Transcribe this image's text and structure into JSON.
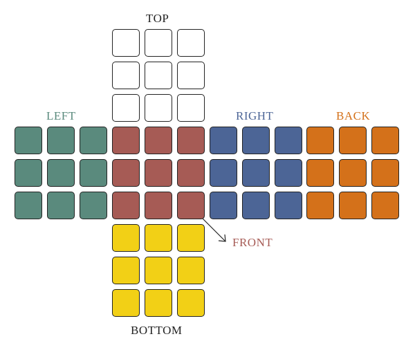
{
  "colors": {
    "top": "#ffffff",
    "left": "#5a8a7d",
    "front": "#a65b55",
    "right": "#4c6596",
    "back": "#d4711a",
    "bottom": "#f2d016",
    "text_default": "#222222"
  },
  "faces": [
    {
      "id": "top",
      "label": "TOP",
      "label_color": "#222222",
      "tile_color": "#ffffff"
    },
    {
      "id": "left",
      "label": "LEFT",
      "label_color": "#5a8a7d",
      "tile_color": "#5a8a7d"
    },
    {
      "id": "front",
      "label": "FRONT",
      "label_color": "#a65b55",
      "tile_color": "#a65b55"
    },
    {
      "id": "right",
      "label": "RIGHT",
      "label_color": "#4c6596",
      "tile_color": "#4c6596"
    },
    {
      "id": "back",
      "label": "BACK",
      "label_color": "#d4711a",
      "tile_color": "#d4711a"
    },
    {
      "id": "bottom",
      "label": "BOTTOM",
      "label_color": "#222222",
      "tile_color": "#f2d016"
    }
  ]
}
